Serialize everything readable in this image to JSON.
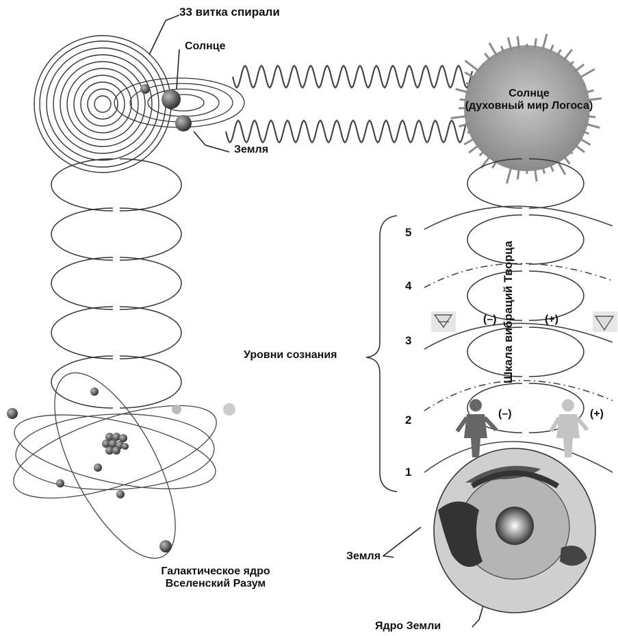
{
  "labels": {
    "spiral_turns": "33 витка спирали",
    "sun": "Солнце",
    "earth_top": "Земля",
    "sun_logos_line1": "Солнце",
    "sun_logos_line2": "(духовный мир Логоса)",
    "creator_scale": "Шкала вибраций Творца",
    "consciousness_levels": "Уровни сознания",
    "galactic_core_line1": "Галактическое ядро",
    "galactic_core_line2": "Вселенский Разум",
    "earth_bottom": "Земля",
    "earth_core": "Ядро Земли",
    "minus_upper": "(–)",
    "plus_upper": "(+)",
    "minus_lower": "(–)",
    "plus_lower": "(+)"
  },
  "levels": [
    "5",
    "4",
    "3",
    "2",
    "1"
  ],
  "colors": {
    "ink": "#333333",
    "sun_gray": "#9a9a9a",
    "earth_gray": "#b8b8b8"
  }
}
